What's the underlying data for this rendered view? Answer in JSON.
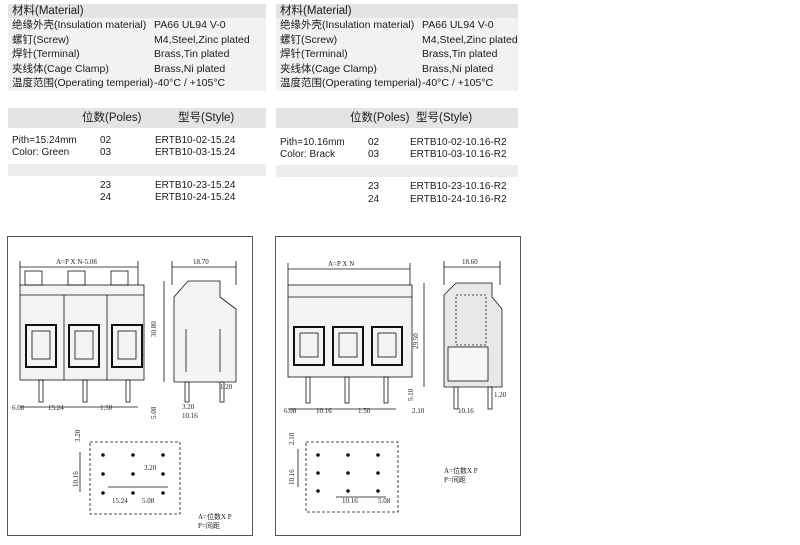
{
  "left": {
    "material_title": "材料(Material)",
    "specs": [
      {
        "label": "绝缘外壳(Insulation material)",
        "value": "PA66 UL94 V-0"
      },
      {
        "label": "螺钉(Screw)",
        "value": "M4,Steel,Zinc plated"
      },
      {
        "label": "焊针(Terminal)",
        "value": "Brass,Tin plated"
      },
      {
        "label": "夹线体(Cage Clamp)",
        "value": "Brass,Ni plated"
      },
      {
        "label": "温度范围(Operating temperial)",
        "value": "-40°C / +105°C"
      }
    ],
    "poles_header": "位数(Poles)",
    "style_header": "型号(Style)",
    "pitch": "Pith=15.24mm",
    "color": "Color: Green",
    "rows": [
      {
        "poles": "02",
        "style": "ERTB10-02-15.24"
      },
      {
        "poles": "03",
        "style": "ERTB10-03-15.24"
      },
      {
        "poles": "23",
        "style": "ERTB10-23-15.24"
      },
      {
        "poles": "24",
        "style": "ERTB10-24-15.24"
      }
    ],
    "dims": {
      "top": "A=P X N-5.08",
      "top_right": "18.70",
      "height": "30.80",
      "pin": "1.20",
      "d1": "6.08",
      "d2": "15.24",
      "d3": "1.50",
      "d4": "5.08",
      "d5": "3.20",
      "d6": "10.16",
      "fp_v1": "3.20",
      "fp_v2": "10.16",
      "fp_h1": "3.20",
      "fp_h2": "15.24",
      "fp_h3": "5.08",
      "note1": "A=位数X P",
      "note2": "P=间距"
    }
  },
  "right": {
    "material_title": "材料(Material)",
    "specs": [
      {
        "label": "绝缘外壳(Insulation material)",
        "value": "PA66 UL94 V-0"
      },
      {
        "label": "螺钉(Screw)",
        "value": "M4,Steel,Zinc plated"
      },
      {
        "label": "焊针(Terminal)",
        "value": "Brass,Tin plated"
      },
      {
        "label": "夹线体(Cage Clamp)",
        "value": "Brass,Ni plated"
      },
      {
        "label": "温度范围(Operating temperial)",
        "value": "-40°C / +105°C"
      }
    ],
    "poles_header": "位数(Poles)",
    "style_header": "型号(Style)",
    "pitch": "Pith=10.16mm",
    "color": "Color: Brack",
    "rows": [
      {
        "poles": "02",
        "style": "ERTB10-02-10.16-R2"
      },
      {
        "poles": "03",
        "style": "ERTB10-03-10.16-R2"
      },
      {
        "poles": "23",
        "style": "ERTB10-23-10.16-R2"
      },
      {
        "poles": "24",
        "style": "ERTB10-24-10.16-R2"
      }
    ],
    "dims": {
      "top": "A=P X N",
      "top_right": "18.60",
      "height": "29.50",
      "pin": "1.20",
      "d1": "6.08",
      "d2": "10.16",
      "d3": "1.50",
      "d4": "5.10",
      "d5": "2.10",
      "d6": "10.16",
      "fp_v1": "2.10",
      "fp_v2": "10.16",
      "fp_h1": "10.16",
      "fp_h2": "5.08",
      "note1": "A=位数X P",
      "note2": "P=间距"
    }
  }
}
